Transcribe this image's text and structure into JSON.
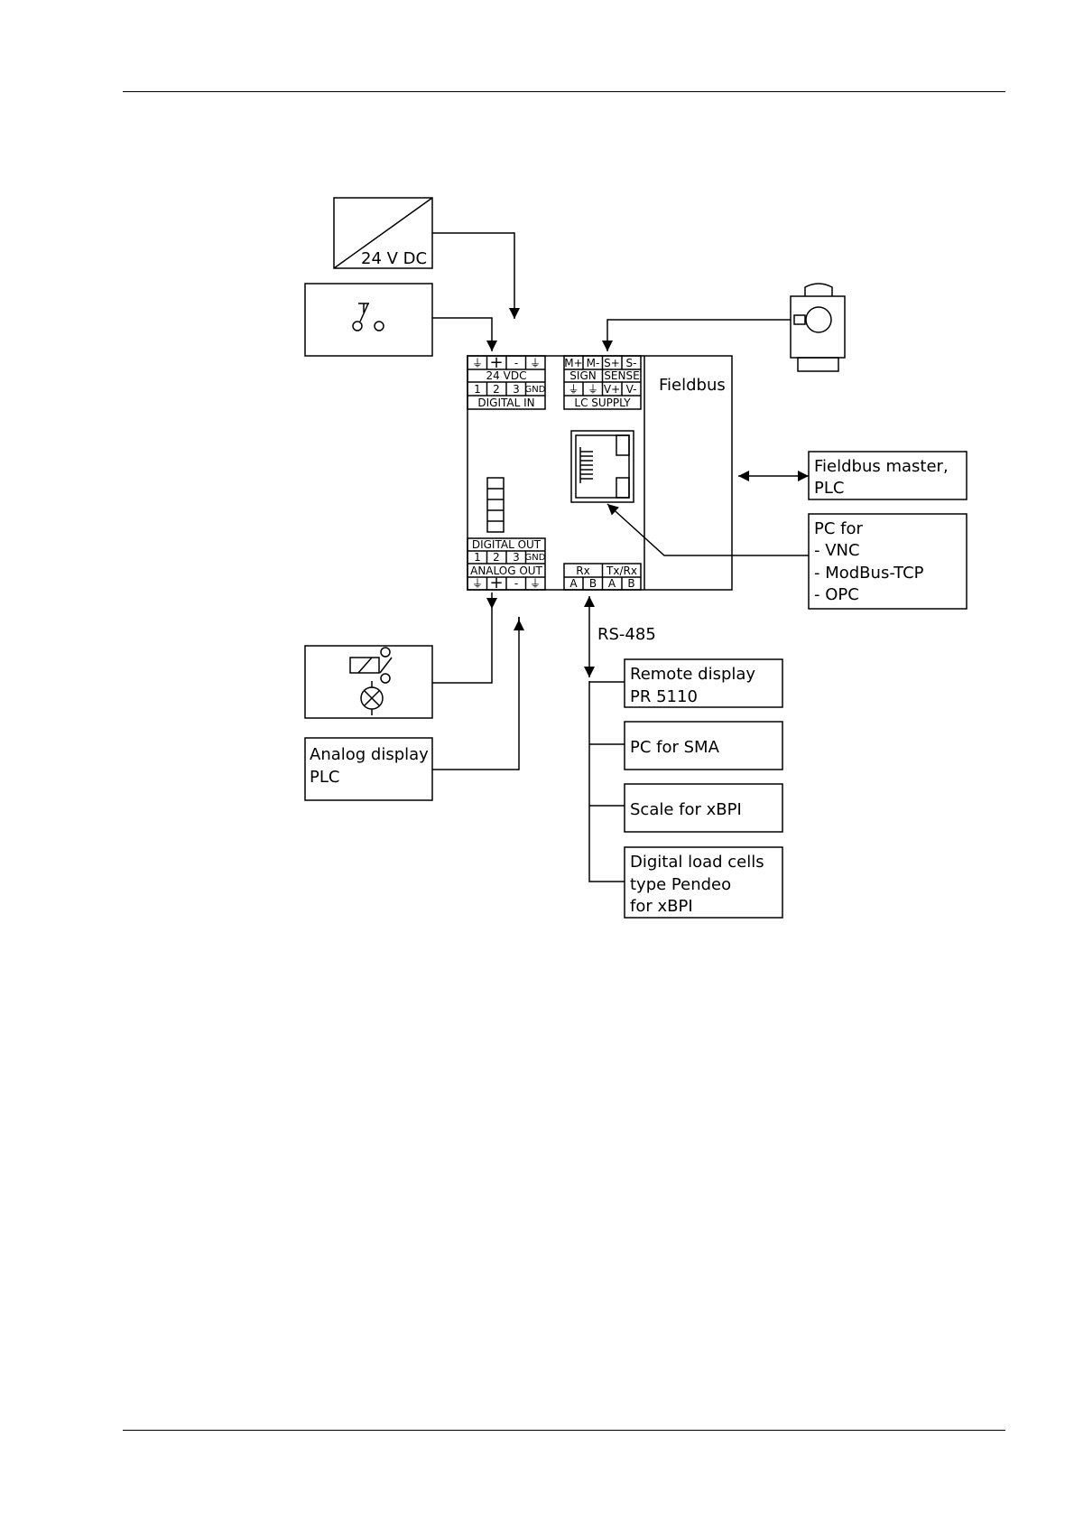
{
  "page": {
    "type": "wiring diagram page"
  },
  "power_supply": {
    "label": "24 V DC"
  },
  "fieldbus_module": {
    "label": "Fieldbus"
  },
  "top_terminals": {
    "left": {
      "pins": [
        "⏚",
        "+",
        "-",
        "⏚"
      ],
      "name": "24 VDC",
      "sub_pins": [
        "1",
        "2",
        "3",
        "GND"
      ],
      "sub_name": "DIGITAL IN"
    },
    "right": {
      "pins": [
        "M+",
        "M-",
        "S+",
        "S-"
      ],
      "groups": [
        "SIGN",
        "SENSE"
      ],
      "sub_pins": [
        "⏚",
        "⏚",
        "V+",
        "V-"
      ],
      "sub_name": "LC SUPPLY"
    }
  },
  "bottom_terminals": {
    "digital_out": {
      "name": "DIGITAL OUT",
      "pins": [
        "1",
        "2",
        "3",
        "GND"
      ]
    },
    "analog_out": {
      "name": "ANALOG OUT",
      "pins": [
        "⏚",
        "+",
        "-",
        "⏚"
      ]
    },
    "serial": {
      "groups": [
        "Rx",
        "Tx/Rx"
      ],
      "pins": [
        "A",
        "B",
        "A",
        "B"
      ]
    }
  },
  "bus_label": "RS-485",
  "boxes": {
    "fieldbus_master": [
      "Fieldbus master,",
      "PLC"
    ],
    "pc_for": [
      "PC for",
      "- VNC",
      "- ModBus-TCP",
      "- OPC"
    ],
    "analog_display": [
      "Analog display",
      "PLC"
    ],
    "remote_display": [
      "Remote display",
      "PR 5110"
    ],
    "pc_sma": [
      "PC for SMA"
    ],
    "scale_xbpi": [
      "Scale for xBPI"
    ],
    "digital_load_cells": [
      "Digital load cells",
      "type Pendeo",
      "for xBPI"
    ]
  },
  "icons": {
    "power_supply": "dc-power-supply-icon",
    "switch": "push-button-switch-icon",
    "relay_lamp": "relay-lamp-icon",
    "load_cell": "load-cell-icon",
    "ethernet": "ethernet-port-icon",
    "led_bar": "status-led-bar-icon"
  }
}
